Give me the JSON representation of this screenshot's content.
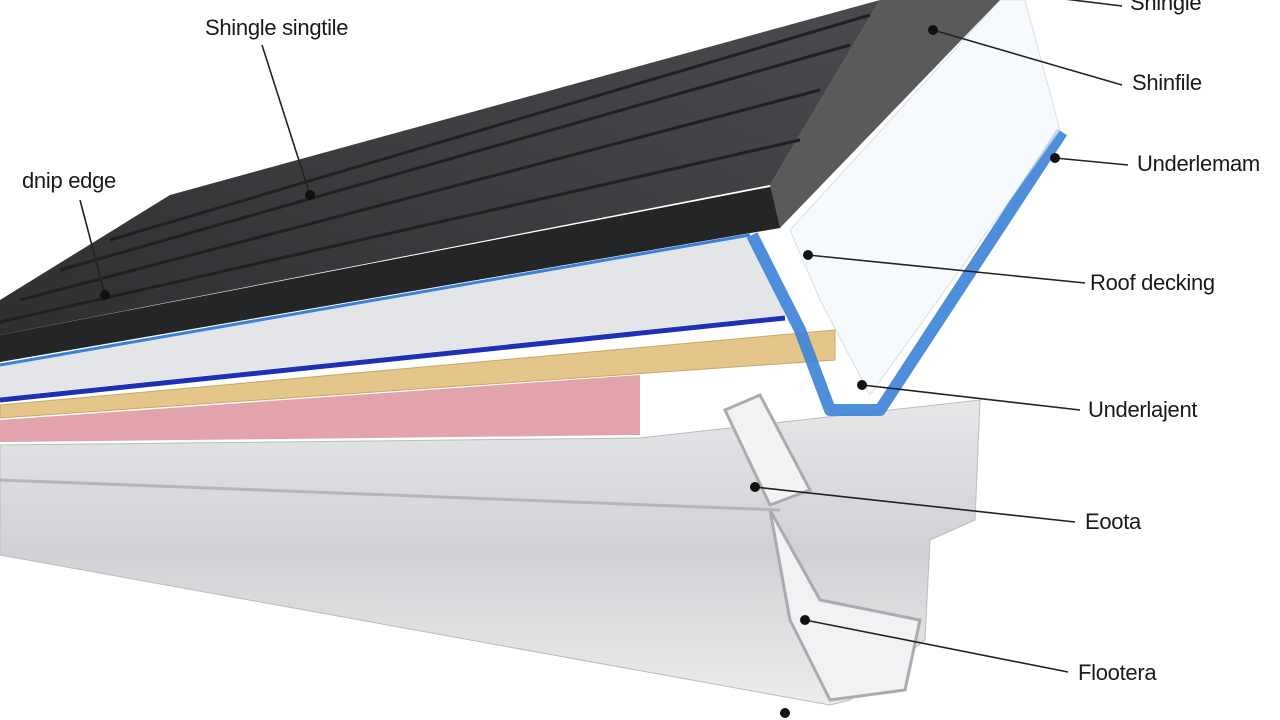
{
  "labels": {
    "shingle_singtile": "Shingle singtile",
    "drip_edge": "dnip edge",
    "shingle_top": "Shingle",
    "shinfile": "Shinfile",
    "underlemam": "Underlemam",
    "roof_decking": "Roof decking",
    "underlajent": "Underlajent",
    "eoota": "Eoota",
    "floctera": "Flootera"
  },
  "colors": {
    "shingle": "#3a3b3d",
    "drip_edge_blue": "#3b82d6",
    "underlayment_blue": "#1e2fb8",
    "wood": "#e4c58a",
    "pink": "#e3a3ad",
    "gutter": "#d6d8db"
  }
}
